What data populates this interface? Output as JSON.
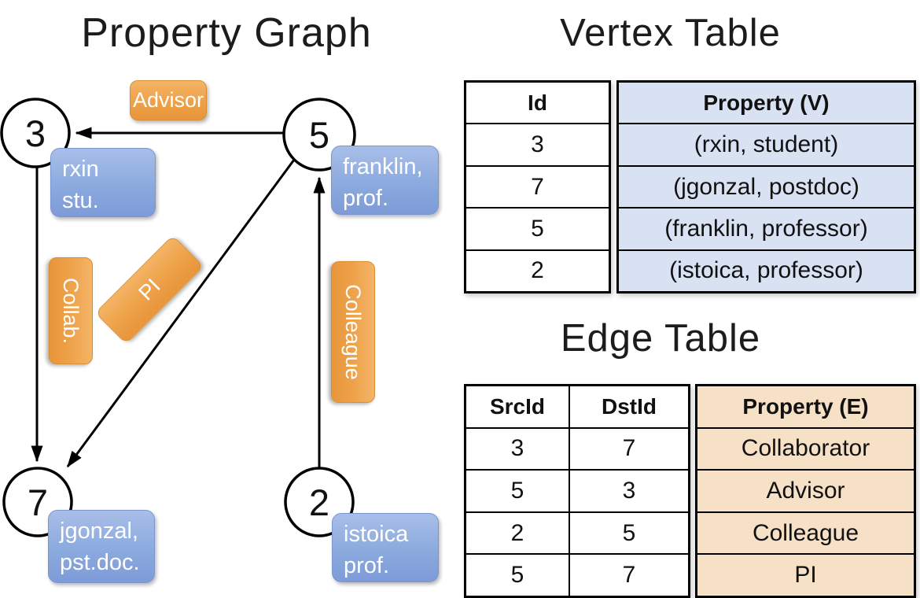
{
  "graph": {
    "title": "Property Graph",
    "nodes": {
      "n3": "3",
      "n5": "5",
      "n7": "7",
      "n2": "2"
    },
    "vertex_boxes": {
      "rxin": {
        "line1": "rxin",
        "line2": "stu."
      },
      "franklin": {
        "line1": "franklin,",
        "line2": "prof."
      },
      "jgonzal": {
        "line1": "jgonzal,",
        "line2": "pst.doc."
      },
      "istoica": {
        "line1": "istoica",
        "line2": "prof."
      }
    },
    "edge_labels": {
      "advisor": "Advisor",
      "collab": "Collab.",
      "pi": "PI",
      "colleague": "Colleague"
    }
  },
  "vertex_table": {
    "title": "Vertex Table",
    "id_header": "Id",
    "property_header": "Property (V)",
    "rows": [
      {
        "id": "3",
        "property": "(rxin, student)"
      },
      {
        "id": "7",
        "property": "(jgonzal, postdoc)"
      },
      {
        "id": "5",
        "property": "(franklin, professor)"
      },
      {
        "id": "2",
        "property": "(istoica, professor)"
      }
    ]
  },
  "edge_table": {
    "title": "Edge Table",
    "src_header": "SrcId",
    "dst_header": "DstId",
    "property_header": "Property (E)",
    "rows": [
      {
        "src": "3",
        "dst": "7",
        "property": "Collaborator"
      },
      {
        "src": "5",
        "dst": "3",
        "property": "Advisor"
      },
      {
        "src": "2",
        "dst": "5",
        "property": "Colleague"
      },
      {
        "src": "5",
        "dst": "7",
        "property": "PI"
      }
    ]
  },
  "colors": {
    "orange_top": "#f4b467",
    "orange_bottom": "#e8953a",
    "blue_top": "#a9bee9",
    "blue_bottom": "#7e9bd8",
    "vertex_property_bg": "#d9e2f3",
    "edge_property_bg": "#f6e0c6",
    "line_color": "#000000"
  }
}
